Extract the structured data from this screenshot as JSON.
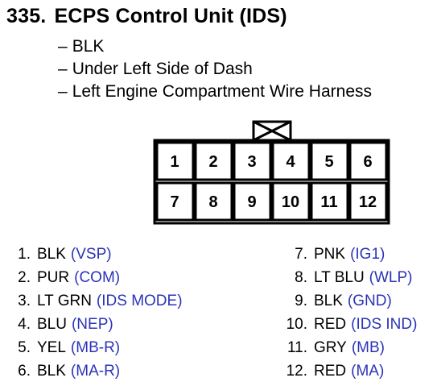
{
  "header": {
    "number": "335.",
    "title": "ECPS Control Unit (IDS)"
  },
  "notes": [
    {
      "dash": "–",
      "text": "BLK"
    },
    {
      "dash": "–",
      "text": "Under Left Side of Dash"
    },
    {
      "dash": "–",
      "text": "Left Engine Compartment Wire Harness"
    }
  ],
  "connector": {
    "top_row": [
      "1",
      "2",
      "3",
      "4",
      "5",
      "6"
    ],
    "bottom_row": [
      "7",
      "8",
      "9",
      "10",
      "11",
      "12"
    ]
  },
  "pins_left": [
    {
      "num": "1.",
      "wire": "BLK",
      "signal": "(VSP)"
    },
    {
      "num": "2.",
      "wire": "PUR",
      "signal": "(COM)"
    },
    {
      "num": "3.",
      "wire": "LT GRN",
      "signal": "(IDS MODE)"
    },
    {
      "num": "4.",
      "wire": "BLU",
      "signal": "(NEP)"
    },
    {
      "num": "5.",
      "wire": "YEL",
      "signal": "(MB-R)"
    },
    {
      "num": "6.",
      "wire": "BLK",
      "signal": "(MA-R)"
    }
  ],
  "pins_right": [
    {
      "num": "7.",
      "wire": "PNK",
      "signal": "(IG1)"
    },
    {
      "num": "8.",
      "wire": "LT BLU",
      "signal": "(WLP)"
    },
    {
      "num": "9.",
      "wire": "BLK",
      "signal": "(GND)"
    },
    {
      "num": "10.",
      "wire": "RED",
      "signal": "(IDS IND)"
    },
    {
      "num": "11.",
      "wire": "GRY",
      "signal": "(MB)"
    },
    {
      "num": "12.",
      "wire": "RED",
      "signal": "(MA)"
    }
  ],
  "colors": {
    "signal": "#2b33b8",
    "text": "#000000"
  }
}
